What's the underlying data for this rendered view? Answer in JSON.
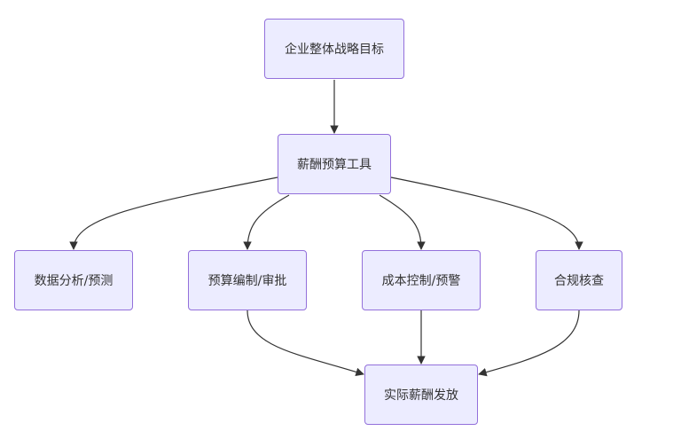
{
  "nodes": {
    "goal": "企业整体战略目标",
    "tool": "薪酬预算工具",
    "data_analysis": "数据分析/预测",
    "budget_approval": "预算编制/审批",
    "cost_control": "成本控制/预警",
    "compliance": "合规核查",
    "payout": "实际薪酬发放"
  },
  "colors": {
    "node_fill": "#ECECFF",
    "node_border": "#9370DB",
    "edge": "#333333",
    "text": "#333333"
  }
}
